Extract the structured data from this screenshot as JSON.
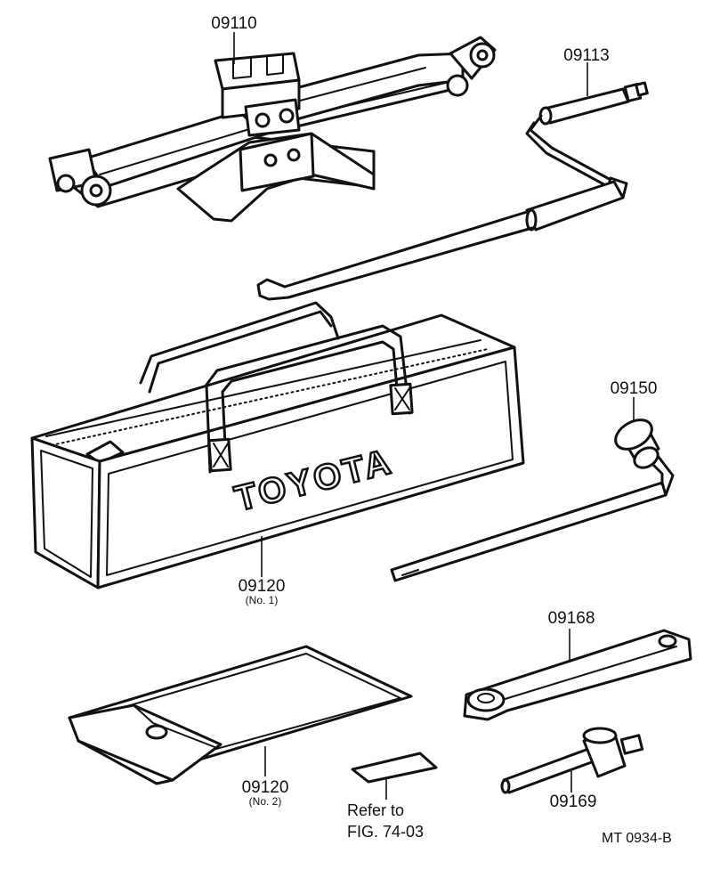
{
  "parts": {
    "jack": {
      "number": "09110"
    },
    "jack_handle": {
      "number": "09113"
    },
    "tool_bag": {
      "number": "09120",
      "note": "(No. 1)",
      "brand": "TOYOTA"
    },
    "lug_wrench": {
      "number": "09150"
    },
    "tool_pouch": {
      "number": "09120",
      "note": "(No. 2)"
    },
    "ratchet_handle": {
      "number": "09168"
    },
    "extension_bar": {
      "number": "09169"
    }
  },
  "reference": {
    "line1": "Refer to",
    "line2": "FIG. 74-03"
  },
  "figure_code": "MT  0934-B"
}
